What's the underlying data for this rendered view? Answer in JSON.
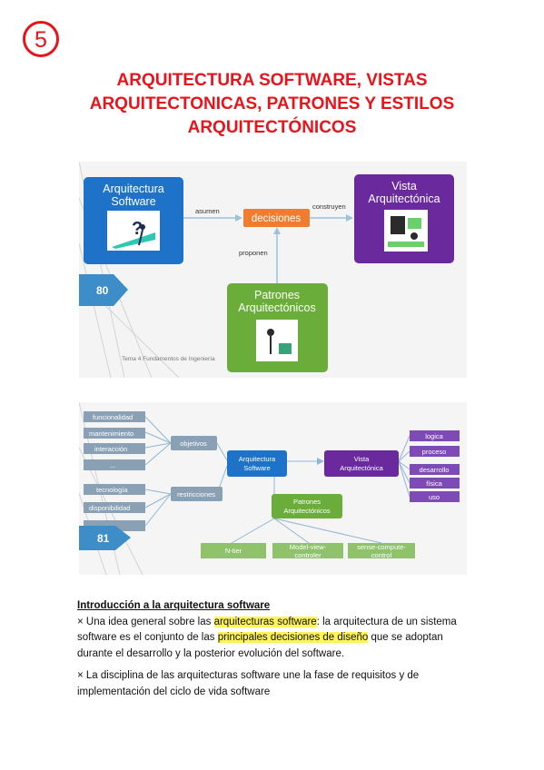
{
  "page": {
    "number": "5",
    "accent_color": "#e8141b"
  },
  "title": {
    "lines": [
      "ARQUITECTURA SOFTWARE, VISTAS",
      "ARQUITECTONICAS, PATRONES Y ESTILOS",
      "ARQUITECTÓNICOS"
    ]
  },
  "slide1": {
    "page_badge": "80",
    "footer": "Tema 4 Fundamentos de Ingeniería",
    "box_software": [
      "Arquitectura",
      "Software"
    ],
    "box_vista": [
      "Vista",
      "Arquitectónica"
    ],
    "box_patrones": [
      "Patrones",
      "Arquitectónicos"
    ],
    "decisiones": "decisiones",
    "label_asumen": "asumen",
    "label_construyen": "construyen",
    "label_proponen": "proponen",
    "colors": {
      "software": "#1e72c8",
      "vista": "#6a2a9e",
      "patrones": "#6bad3a",
      "decisiones": "#f07d2f"
    }
  },
  "slide2": {
    "page_badge": "81",
    "left_items": [
      "funcionalidad",
      "mantenimiento",
      "interacción",
      "...",
      "tecnología",
      "disponibilidad",
      "..."
    ],
    "objetivos": "objetivos",
    "restricciones": "restricciones",
    "arquitectura": [
      "Arquitectura",
      "Software"
    ],
    "vista": [
      "Vista",
      "Arquitectónica"
    ],
    "patrones": [
      "Patrones",
      "Arquitectónicos"
    ],
    "right_items": [
      "logica",
      "proceso",
      "desarrollo",
      "física",
      "uso"
    ],
    "bottom_items": [
      [
        "N-tier"
      ],
      [
        "Model-view-",
        "controler"
      ],
      [
        "sense-compute-",
        "control"
      ]
    ]
  },
  "text": {
    "heading": "Introducción a la arquitectura software",
    "p1": {
      "bullet": "×",
      "part1": " Una idea general sobre las ",
      "hl1": "arquitecturas software",
      "part2": ": la arquitectura de un sistema software es el conjunto de las ",
      "hl2": "principales decisiones de diseño",
      "part3": " que se adoptan durante el desarrollo y la posterior evolución del software."
    },
    "p2": {
      "bullet": "×",
      "text": " La disciplina de las arquitecturas software une la fase de requisitos y de implementación del ciclo de vida software"
    }
  }
}
